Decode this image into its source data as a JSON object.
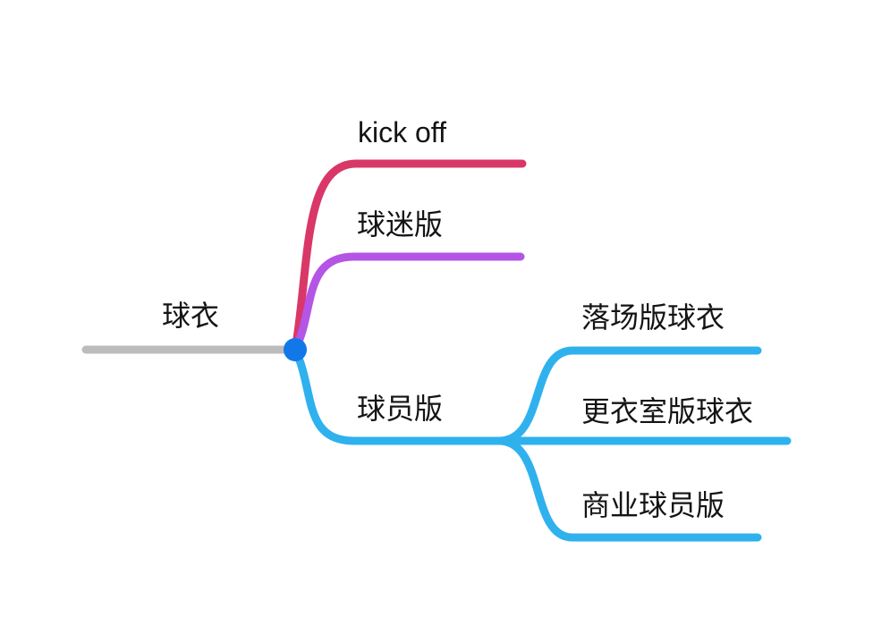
{
  "mindmap": {
    "root": {
      "label": "球衣",
      "line_color": "#bcbcbc",
      "node_dot_color": "#1278e8",
      "text_color": "#141414"
    },
    "branches": [
      {
        "label": "kick off",
        "color": "#d93768",
        "children": []
      },
      {
        "label": "球迷版",
        "color": "#b455e6",
        "children": []
      },
      {
        "label": "球员版",
        "color": "#2fb1ee",
        "children": [
          {
            "label": "落场版球衣",
            "color": "#2fb1ee"
          },
          {
            "label": "更衣室版球衣",
            "color": "#2fb1ee"
          },
          {
            "label": "商业球员版",
            "color": "#2fb1ee"
          }
        ]
      }
    ]
  }
}
